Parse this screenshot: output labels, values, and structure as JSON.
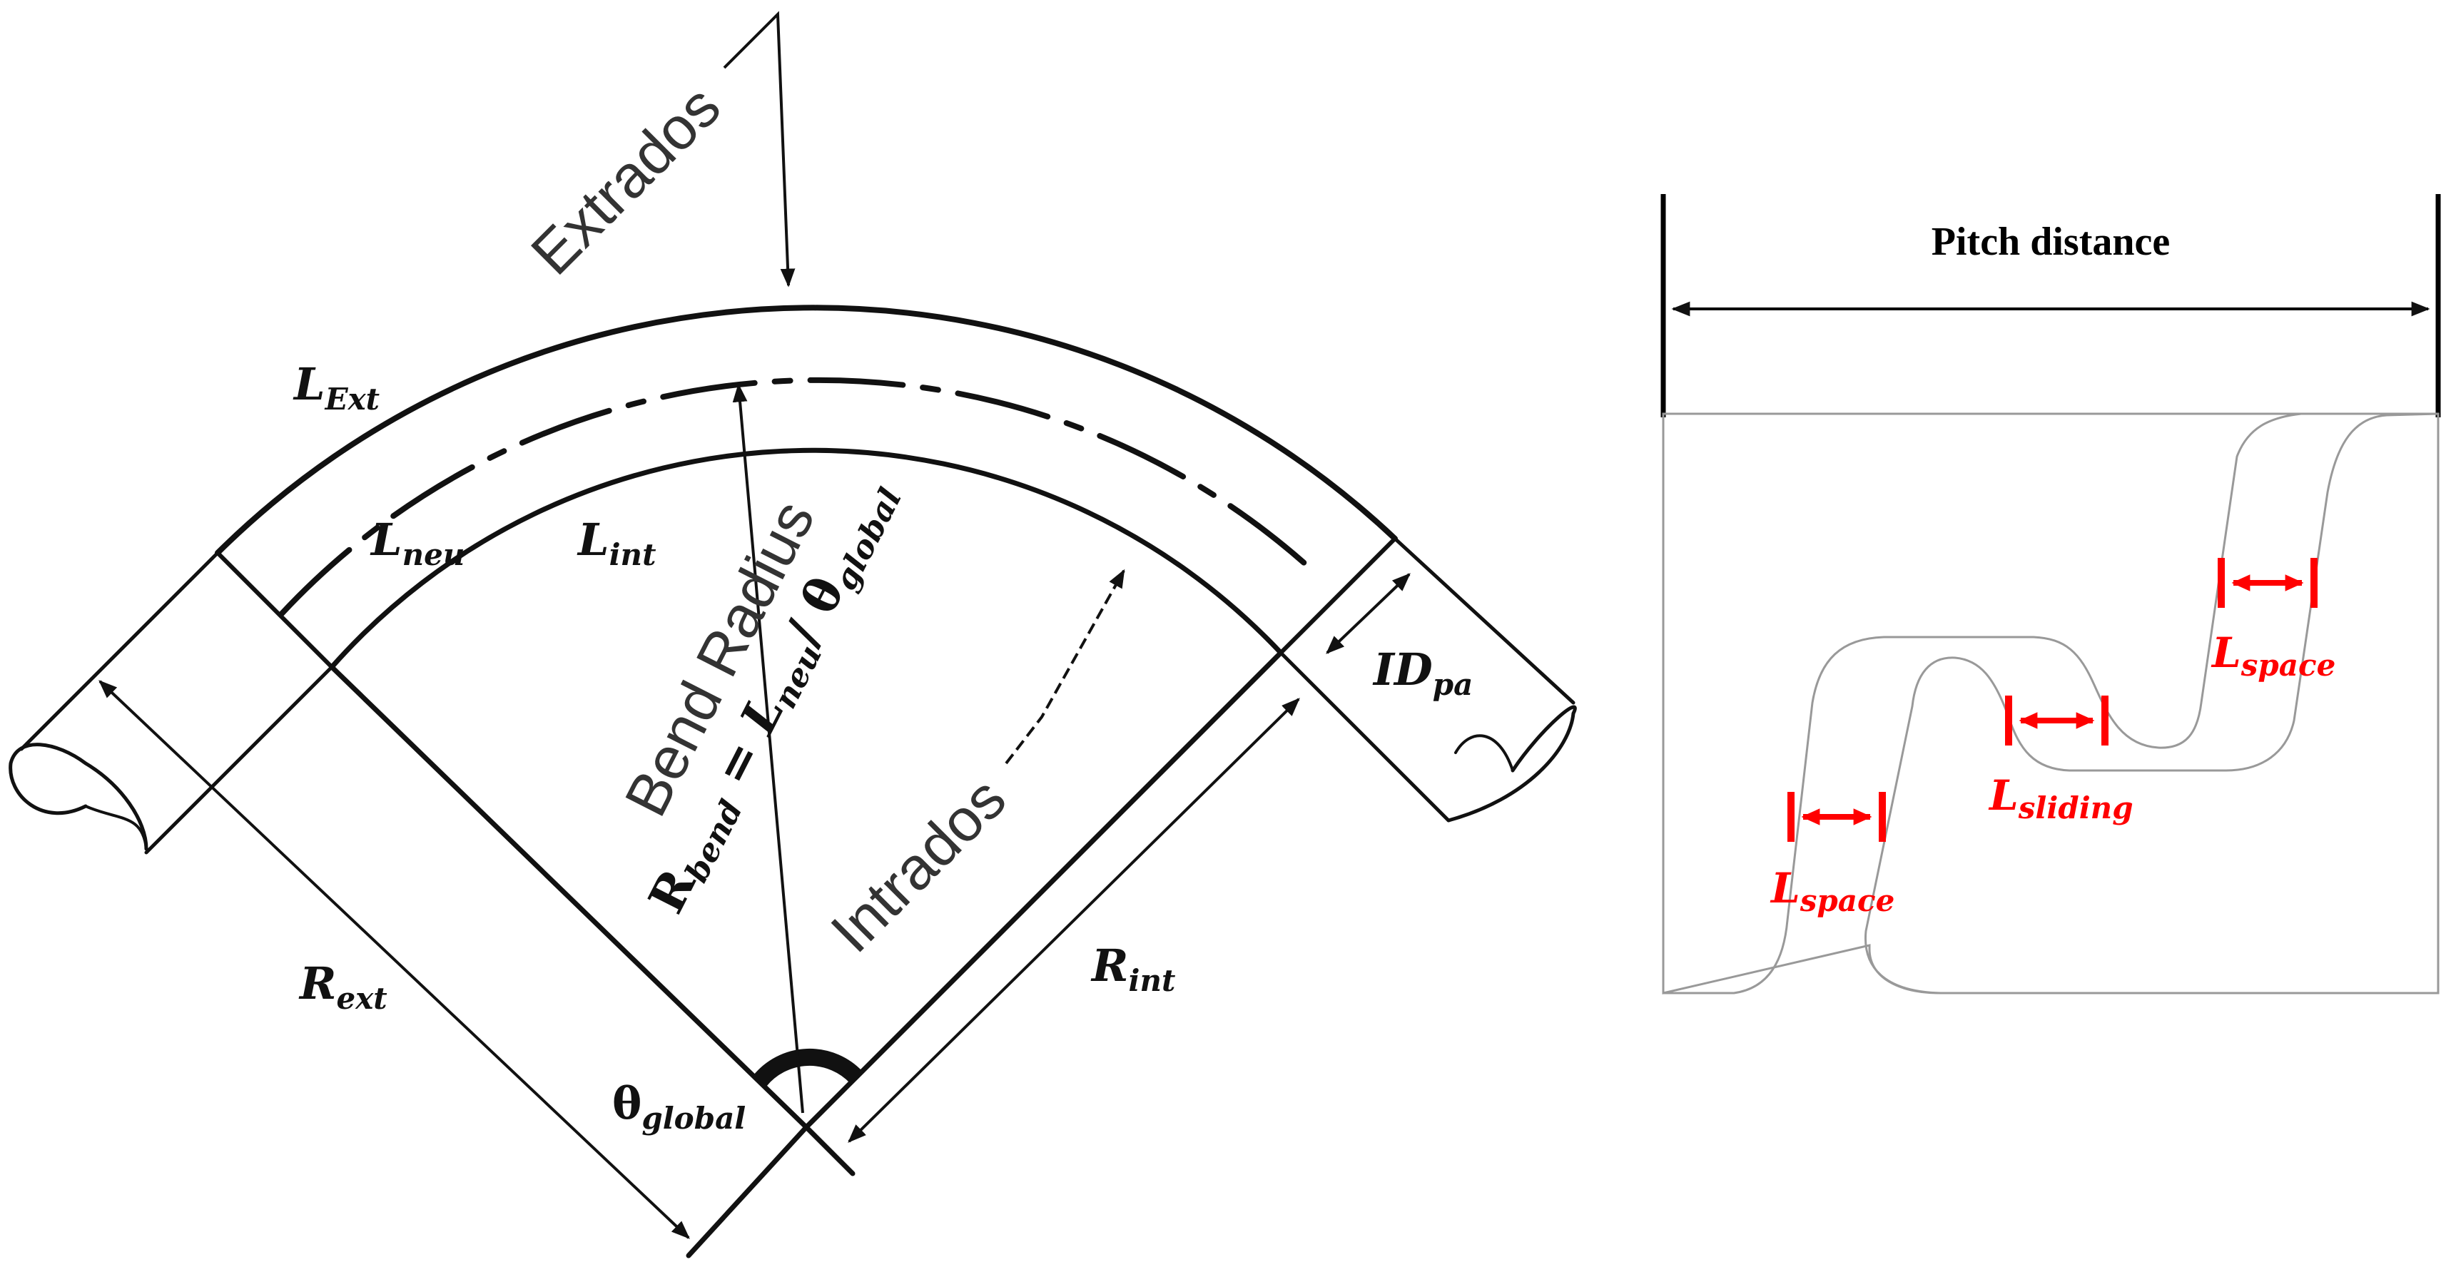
{
  "left": {
    "extrados": "Extrados",
    "intrados": "Intrados",
    "bend_radius": "Bend Radius",
    "l_ext": {
      "main": "L",
      "sub": "Ext"
    },
    "l_neu": {
      "main": "L",
      "sub": "neu"
    },
    "l_int": {
      "main": "L",
      "sub": "int"
    },
    "id_pa": {
      "main": "ID",
      "sub": "pa"
    },
    "r_ext": {
      "main": "R",
      "sub": "ext"
    },
    "r_int": {
      "main": "R",
      "sub": "int"
    },
    "theta_global": {
      "main": "θ",
      "sub": "global"
    },
    "formula": {
      "r": "R",
      "r_sub": "bend",
      "eq": " = ",
      "l": "L",
      "l_sub": "neu",
      "slash": "/ ",
      "theta": "θ",
      "theta_sub": "global"
    }
  },
  "right": {
    "pitch_distance": "Pitch distance",
    "l_space_top": {
      "main": "L",
      "sub": "space"
    },
    "l_sliding": {
      "main": "L",
      "sub": "sliding"
    },
    "l_space_bottom": {
      "main": "L",
      "sub": "space"
    }
  },
  "colors": {
    "dimension_red": "#ff0000",
    "outline_grey": "#999999",
    "ink": "#111111"
  }
}
